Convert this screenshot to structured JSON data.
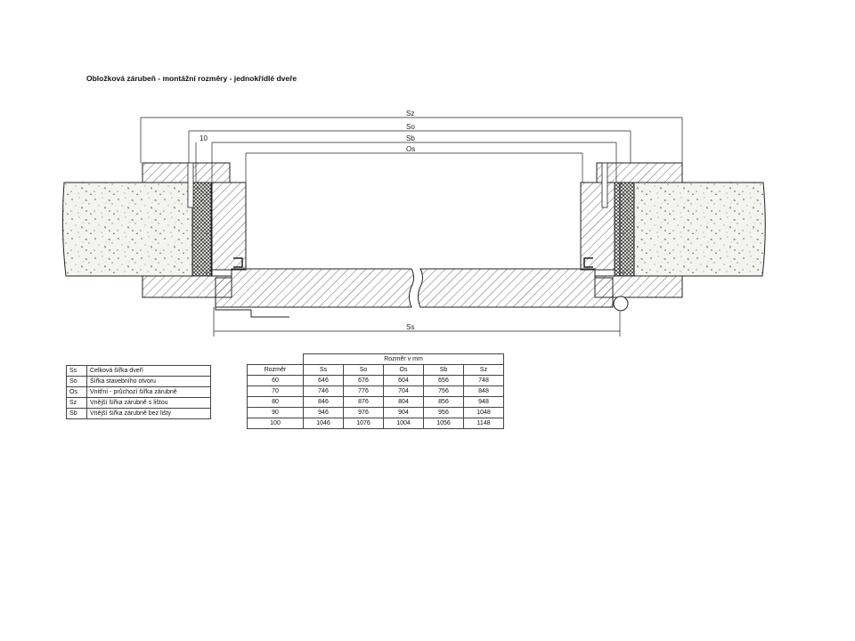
{
  "title": "Obložková zárubeň - montážní rozměry - jednokřídlé dveře",
  "dimensions": {
    "sz": "Sz",
    "so": "So",
    "sb": "Sb",
    "os": "Os",
    "ss": "Ss",
    "ten": "10"
  },
  "legend": [
    {
      "abbr": "Ss",
      "desc": "Celková šířka dveří"
    },
    {
      "abbr": "So",
      "desc": "Šířka stavebního otvoru"
    },
    {
      "abbr": "Os",
      "desc": "Vnitřní - průchozí šířka zárubně"
    },
    {
      "abbr": "Sz",
      "desc": "Vnější šířka zárubně s lištou"
    },
    {
      "abbr": "Sb",
      "desc": "Vnější šířka zárubně bez lišty"
    }
  ],
  "dims_table": {
    "group_header": "Rozměr v mm",
    "headers": [
      "Rozměr",
      "Ss",
      "So",
      "Os",
      "Sb",
      "Sz"
    ],
    "rows": [
      [
        "60",
        "646",
        "676",
        "604",
        "656",
        "748"
      ],
      [
        "70",
        "746",
        "776",
        "704",
        "756",
        "848"
      ],
      [
        "80",
        "846",
        "876",
        "804",
        "856",
        "948"
      ],
      [
        "90",
        "946",
        "976",
        "904",
        "956",
        "1048"
      ],
      [
        "100",
        "1046",
        "1076",
        "1004",
        "1056",
        "1148"
      ]
    ]
  },
  "colors": {
    "line": "#222222",
    "concrete": "#f2f2ee",
    "hatch": "#444444"
  }
}
